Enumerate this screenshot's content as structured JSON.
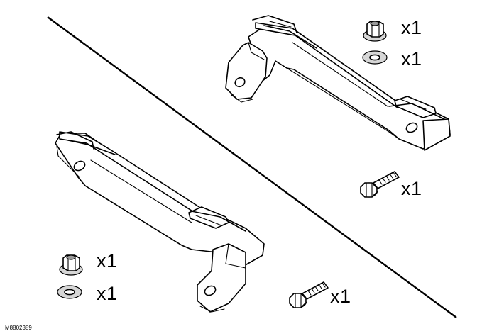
{
  "figure_code": "M8802389",
  "kits": [
    {
      "name": "upper-right-kit",
      "items": [
        {
          "part": "flange-nut",
          "icon": "flange-nut-icon",
          "quantity": "x1"
        },
        {
          "part": "washer",
          "icon": "washer-icon",
          "quantity": "x1"
        },
        {
          "part": "flange-bolt",
          "icon": "flange-bolt-icon",
          "quantity": "x1"
        }
      ]
    },
    {
      "name": "lower-left-kit",
      "items": [
        {
          "part": "flange-nut",
          "icon": "flange-nut-icon",
          "quantity": "x1"
        },
        {
          "part": "washer",
          "icon": "washer-icon",
          "quantity": "x1"
        },
        {
          "part": "flange-bolt",
          "icon": "flange-bolt-icon",
          "quantity": "x1"
        }
      ]
    }
  ]
}
